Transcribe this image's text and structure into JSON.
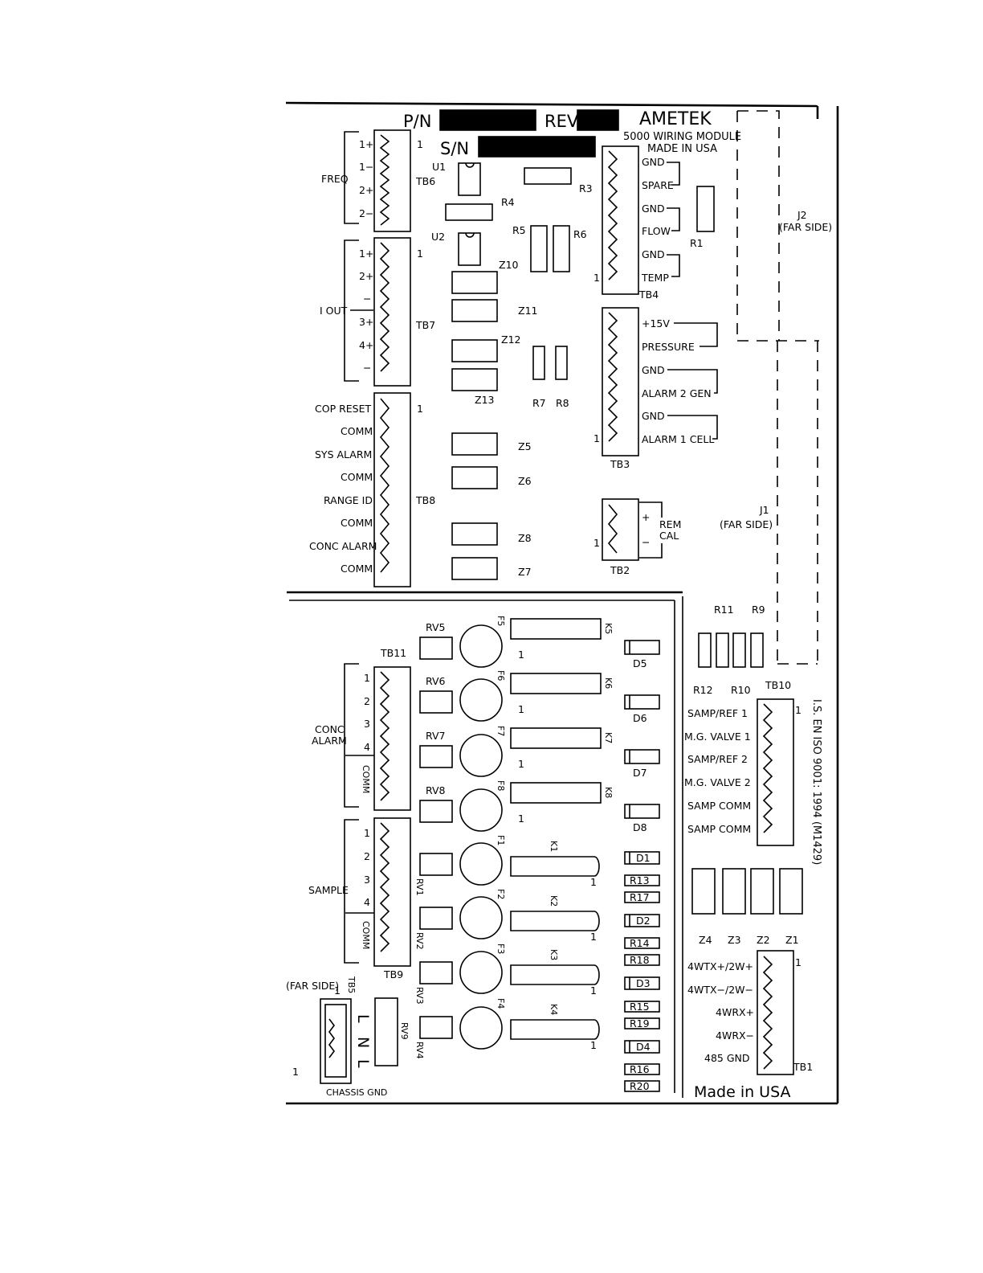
{
  "header": {
    "pn_label": "P/N",
    "rev_label": "REV",
    "sn_label": "S/N",
    "brand": "AMETEK",
    "module": "5000 WIRING MODULE",
    "made": "MADE IN USA",
    "made_bottom": "Made in USA",
    "cert": "I.S. EN ISO 9001: 1994 (M1429)"
  },
  "tb6": {
    "name": "TB6",
    "pin1": "1",
    "group": "FREQ",
    "pins": [
      "1+",
      "1−",
      "2+",
      "2−"
    ]
  },
  "tb7": {
    "name": "TB7",
    "pin1": "1",
    "group": "I OUT",
    "pins": [
      "1+",
      "2+",
      "−",
      "3+",
      "4+",
      "−"
    ]
  },
  "tb8": {
    "name": "TB8",
    "pin1": "1",
    "pins": [
      "COP RESET",
      "COMM",
      "SYS ALARM",
      "COMM",
      "RANGE ID",
      "COMM",
      "CONC ALARM",
      "COMM"
    ]
  },
  "tb4": {
    "name": "TB4",
    "pin1": "1",
    "pins": [
      "GND",
      "SPARE",
      "GND",
      "FLOW",
      "GND",
      "TEMP"
    ]
  },
  "tb3": {
    "name": "TB3",
    "pin1": "1",
    "pins": [
      "+15V",
      "PRESSURE",
      "GND",
      "ALARM 2 GEN",
      "GND",
      "ALARM 1 CELL"
    ]
  },
  "tb2": {
    "name": "TB2",
    "pin1": "1",
    "plus": "+",
    "minus": "−",
    "label_a": "REM",
    "label_b": "CAL"
  },
  "tb11": {
    "name": "TB11",
    "group_a": "CONC",
    "group_b": "ALARM",
    "pins": [
      "1",
      "2",
      "3",
      "4"
    ],
    "comm": "COMM"
  },
  "tb9": {
    "name": "TB9",
    "group": "SAMPLE",
    "pins": [
      "1",
      "2",
      "3",
      "4"
    ],
    "comm": "COMM"
  },
  "tb10": {
    "name": "TB10",
    "pin1": "1",
    "pins": [
      "SAMP/REF 1",
      "M.G. VALVE 1",
      "SAMP/REF 2",
      "M.G. VALVE 2",
      "SAMP COMM",
      "SAMP COMM"
    ]
  },
  "tb1": {
    "name": "TB1",
    "pin1": "1",
    "pins": [
      "4WTX+/2W+",
      "4WTX−/2W−",
      "4WRX+",
      "4WRX−",
      "485 GND"
    ]
  },
  "tb5": {
    "name": "TB5",
    "far": "(FAR SIDE)",
    "pin1_a": "1",
    "pin1_b": "1",
    "pins": [
      "L",
      "N",
      "L"
    ],
    "chassis": "CHASSIS GND"
  },
  "j2": {
    "name": "J2",
    "far": "(FAR SIDE)"
  },
  "j1": {
    "name": "J1",
    "far": "(FAR SIDE)"
  },
  "parts": {
    "u1": "U1",
    "u2": "U2",
    "r1": "R1",
    "r3": "R3",
    "r4": "R4",
    "r5": "R5",
    "r6": "R6",
    "r7": "R7",
    "r8": "R8",
    "r9": "R9",
    "r10": "R10",
    "r11": "R11",
    "r12": "R12",
    "z1": "Z1",
    "z2": "Z2",
    "z3": "Z3",
    "z4": "Z4",
    "z5": "Z5",
    "z6": "Z6",
    "z7": "Z7",
    "z8": "Z8",
    "z10": "Z10",
    "z11": "Z11",
    "z12": "Z12",
    "z13": "Z13",
    "rv1": "RV1",
    "rv2": "RV2",
    "rv3": "RV3",
    "rv4": "RV4",
    "rv5": "RV5",
    "rv6": "RV6",
    "rv7": "RV7",
    "rv8": "RV8",
    "rv9": "RV9",
    "f1": "F1",
    "f2": "F2",
    "f3": "F3",
    "f4": "F4",
    "f5": "F5",
    "f6": "F6",
    "f7": "F7",
    "f8": "F8",
    "k1": "K1",
    "k2": "K2",
    "k3": "K3",
    "k4": "K4",
    "k5": "K5",
    "k6": "K6",
    "k7": "K7",
    "k8": "K8",
    "d1": "D1",
    "d2": "D2",
    "d3": "D3",
    "d4": "D4",
    "d5": "D5",
    "d6": "D6",
    "d7": "D7",
    "d8": "D8",
    "r13": "R13",
    "r14": "R14",
    "r15": "R15",
    "r16": "R16",
    "r17": "R17",
    "r18": "R18",
    "r19": "R19",
    "r20": "R20",
    "one": "1"
  }
}
